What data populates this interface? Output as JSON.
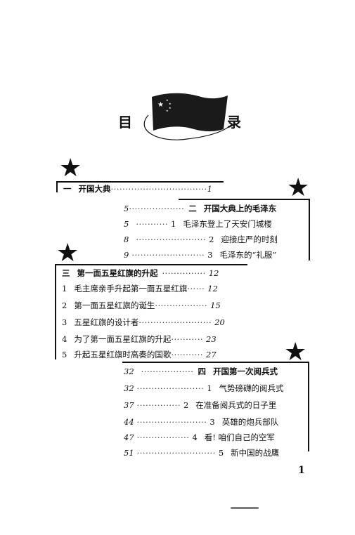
{
  "heading": {
    "left": "目",
    "right": "录"
  },
  "sections": [
    {
      "marker": "一",
      "title": "开国大典",
      "page": "1"
    },
    {
      "marker": "二",
      "title": "开国大典上的毛泽东",
      "page": "5"
    },
    {
      "marker": "三",
      "title": "第一面五星红旗的升起",
      "page": "12"
    },
    {
      "marker": "四",
      "title": "开国第一次阅兵式",
      "page": "32"
    }
  ],
  "entries_s2": [
    {
      "page": "5",
      "num": "1",
      "title": "毛泽东登上了天安门城楼"
    },
    {
      "page": "8",
      "num": "2",
      "title": "迎接庄严的时刻"
    },
    {
      "page": "9",
      "num": "3",
      "title": "毛泽东的“礼服”"
    }
  ],
  "entries_s3": [
    {
      "num": "1",
      "title": "毛主席亲手升起第一面五星红旗",
      "page": "12"
    },
    {
      "num": "2",
      "title": "第一面五星红旗的诞生",
      "page": "15"
    },
    {
      "num": "3",
      "title": "五星红旗的设计者",
      "page": "20"
    },
    {
      "num": "4",
      "title": "为了第一面五星红旗的升起",
      "page": "23"
    },
    {
      "num": "5",
      "title": "升起五星红旗时高奏的国歌",
      "page": "27"
    }
  ],
  "entries_s4": [
    {
      "page": "32",
      "num": "1",
      "title": "气势磅礴的阅兵式"
    },
    {
      "page": "37",
      "num": "2",
      "title": "在准备阅兵式的日子里"
    },
    {
      "page": "44",
      "num": "3",
      "title": "英雄的炮兵部队"
    },
    {
      "page": "47",
      "num": "4",
      "title": "看! 咱们自己的空军"
    },
    {
      "page": "51",
      "num": "5",
      "title": "新中国的战鹰"
    }
  ],
  "page_number": "1",
  "colors": {
    "ink": "#111111",
    "flag": "#1a1a1a"
  }
}
